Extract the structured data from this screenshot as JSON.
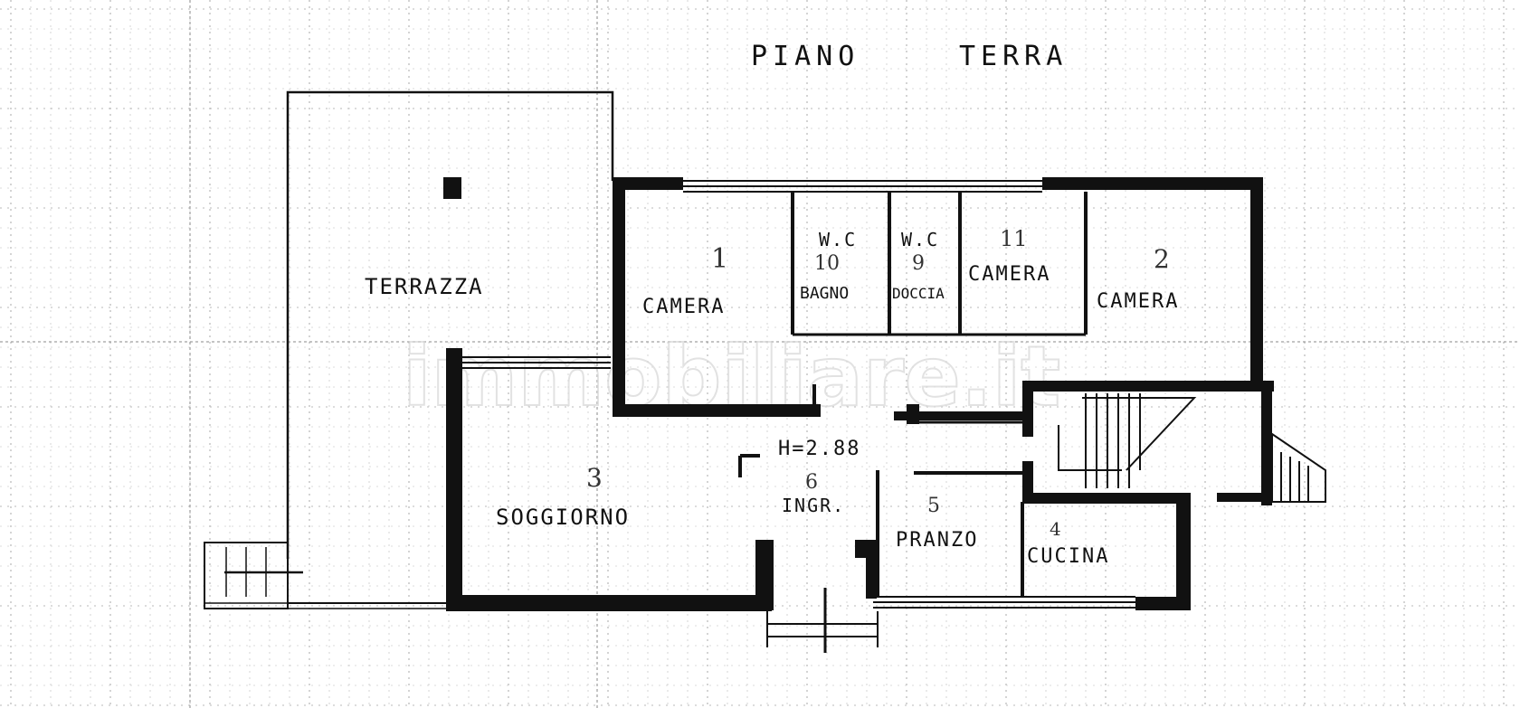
{
  "title": {
    "word1": "PIANO",
    "word2": "TERRA"
  },
  "height_note": "H=2.88",
  "watermark": "immobiliare.it",
  "rooms": {
    "terrazza": {
      "label": "TERRAZZA"
    },
    "camera_1": {
      "label": "CAMERA",
      "number": "1"
    },
    "wc_bagno": {
      "label": "W.C",
      "sub": "BAGNO",
      "number": "10"
    },
    "wc_doccia": {
      "label": "W.C",
      "sub": "DOCCIA",
      "number": "9"
    },
    "camera_11": {
      "label": "CAMERA",
      "number": "11"
    },
    "camera_2": {
      "label": "CAMERA",
      "number": "2"
    },
    "soggiorno": {
      "label": "SOGGIORNO",
      "number": "3"
    },
    "ingr": {
      "label": "INGR.",
      "number": "6"
    },
    "pranzo": {
      "label": "PRANZO",
      "number": "5"
    },
    "cucina": {
      "label": "CUCINA",
      "number": "4"
    }
  },
  "colors": {
    "wall": "#111111",
    "grid": "#b8b8b8",
    "paper": "#ffffff"
  }
}
